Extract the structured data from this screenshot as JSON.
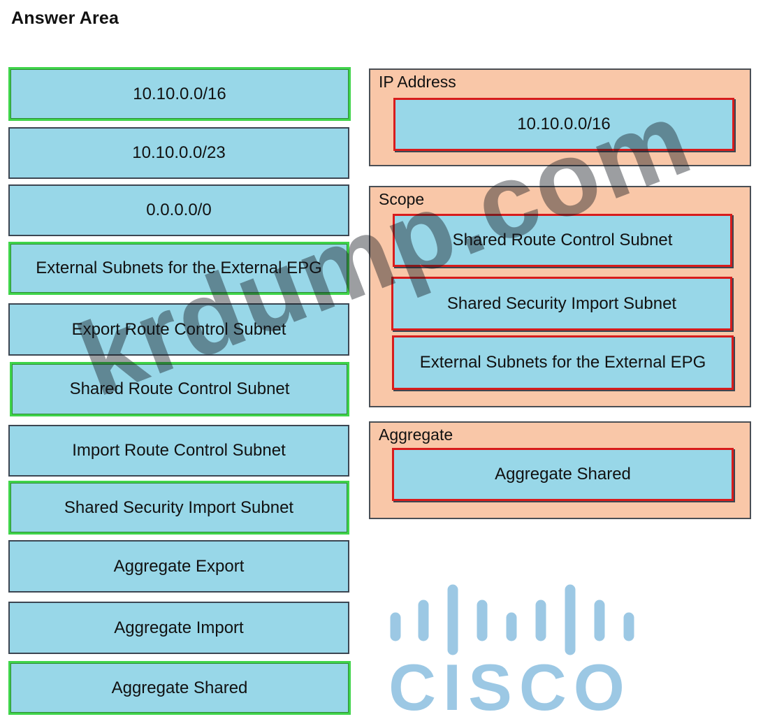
{
  "header": {
    "title": "Answer Area"
  },
  "source_items": [
    {
      "label": "10.10.0.0/16",
      "selected": true
    },
    {
      "label": "10.10.0.0/23",
      "selected": false
    },
    {
      "label": "0.0.0.0/0",
      "selected": false
    },
    {
      "label": "External Subnets for the External EPG",
      "selected": true
    },
    {
      "label": "Export Route Control Subnet",
      "selected": false
    },
    {
      "label": "Shared Route Control Subnet",
      "selected": true
    },
    {
      "label": "Import Route Control Subnet",
      "selected": false
    },
    {
      "label": "Shared Security Import Subnet",
      "selected": true
    },
    {
      "label": "Aggregate Export",
      "selected": false
    },
    {
      "label": "Aggregate Import",
      "selected": false
    },
    {
      "label": "Aggregate Shared",
      "selected": true
    }
  ],
  "targets": {
    "ip_address": {
      "label": "IP Address",
      "items": [
        "10.10.0.0/16"
      ]
    },
    "scope": {
      "label": "Scope",
      "items": [
        "Shared Route Control Subnet",
        "Shared Security Import Subnet",
        "External Subnets for the External EPG"
      ]
    },
    "aggregate": {
      "label": "Aggregate",
      "items": [
        "Aggregate Shared"
      ]
    }
  },
  "watermark": {
    "text": "krdump.com"
  },
  "logo": {
    "text": "CISCO",
    "icon": "cisco-logo-icon",
    "color": "#9cc8e4"
  },
  "colors": {
    "item_fill": "#98d7e8",
    "target_fill": "#f9c7a8",
    "selected_border": "#3fd44a",
    "placed_border": "#d81c1c"
  }
}
